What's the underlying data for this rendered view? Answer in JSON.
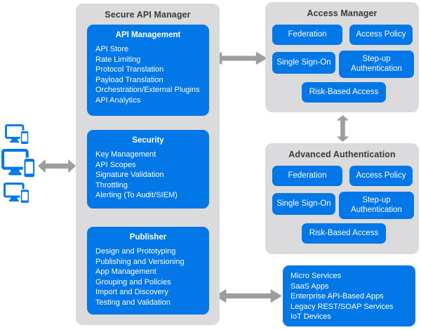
{
  "palette": {
    "blue": "#0277e7",
    "panel_gray": "#dbdbdd",
    "arrow_gray": "#9d9d9d",
    "title_text": "#3a3a3a",
    "box_text": "#ffffff"
  },
  "devices": {
    "icons": [
      "desktop-and-phone",
      "desktop-and-phone",
      "desktop-and-phone"
    ]
  },
  "secure_api_manager": {
    "title": "Secure API Manager",
    "sections": [
      {
        "title": "API Management",
        "items": [
          "API Store",
          "Rate Limiting",
          "Protocol Translation",
          "Payload Translation",
          "Orchestration/External Plugins",
          "API Analytics"
        ]
      },
      {
        "title": "Security",
        "items": [
          "Key Management",
          "API Scopes",
          "Signature Validation",
          "Throttling",
          "Alerting (To Audit/SIEM)"
        ]
      },
      {
        "title": "Publisher",
        "items": [
          "Design and Prototyping",
          "Publishing and Versioning",
          "App Management",
          "Grouping and Policies",
          "Import and Discovery",
          "Testing and Validation"
        ]
      }
    ]
  },
  "access_manager": {
    "title": "Access Manager",
    "buttons": [
      "Federation",
      "Access Policy",
      "Single Sign-On",
      "Step-up Authentication",
      "Risk-Based Access"
    ]
  },
  "advanced_authentication": {
    "title": "Advanced Authentication",
    "buttons": [
      "Federation",
      "Access Policy",
      "Single Sign-On",
      "Step-up Authentication",
      "Risk-Based Access"
    ]
  },
  "services": {
    "items": [
      "Micro Services",
      "SaaS Apps",
      "Enterprise API-Based Apps",
      "Legacy REST/SOAP Services",
      "IoT Devices"
    ]
  }
}
